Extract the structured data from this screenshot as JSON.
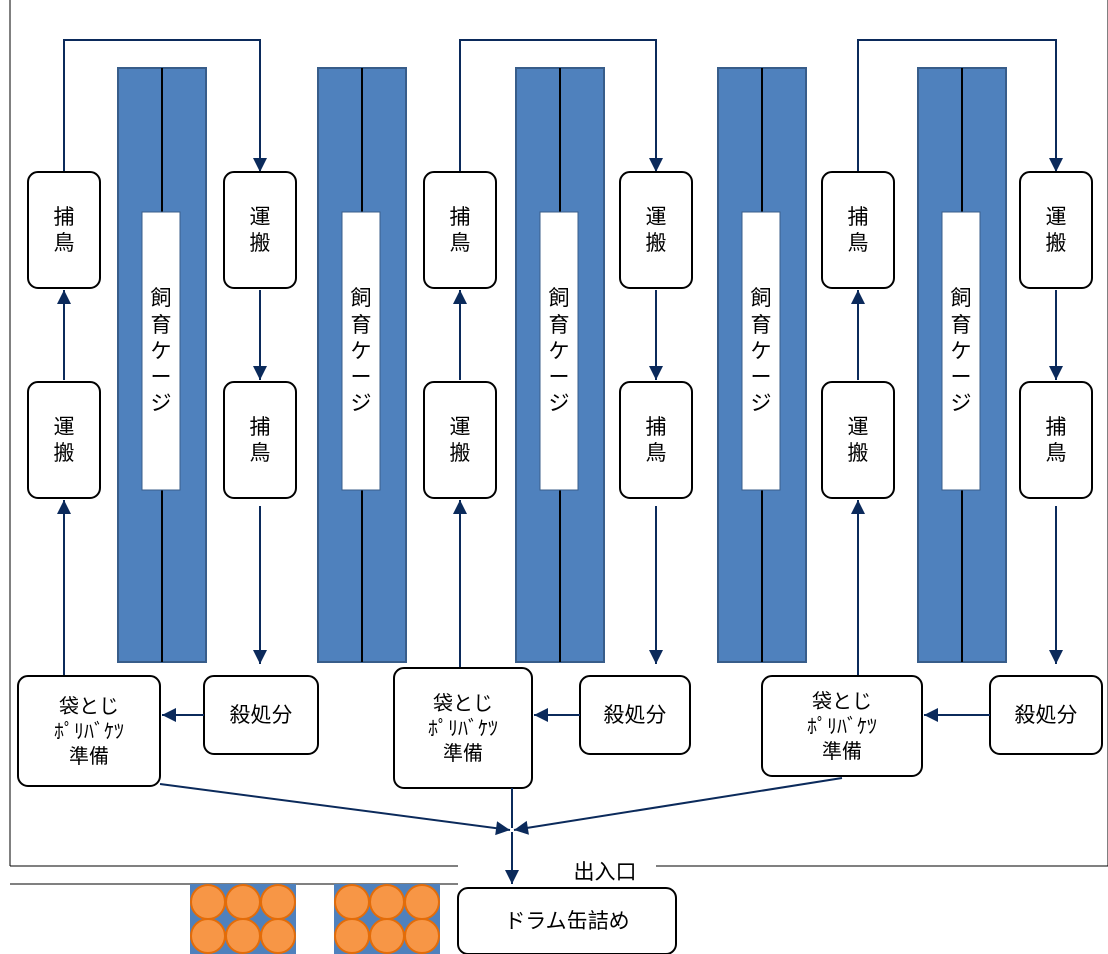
{
  "labels": {
    "capture": "捕\n鳥",
    "transport": "運\n搬",
    "cage": "飼\n育\nケ\nー\nジ",
    "kill": "殺処分",
    "bagging": "袋とじ\nﾎﾟﾘﾊﾞｹﾂ\n準備",
    "exit": "出入口",
    "drum": "ドラム缶詰め"
  },
  "colors": {
    "cage_fill": "#4f81bd",
    "cage_border": "#385d8a",
    "arrow": "#0b2a5b",
    "box_border": "#000000",
    "drum_fill": "#f79646",
    "drum_border": "#e36c09",
    "drum_bg": "#4f81bd"
  }
}
